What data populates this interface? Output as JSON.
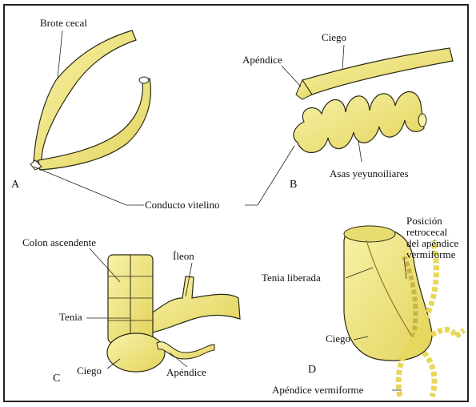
{
  "colors": {
    "organ_fill": "#f2ec8a",
    "organ_shade": "#d9c64a",
    "outline": "#2a2a14",
    "leader": "#222222"
  },
  "panels": {
    "a": {
      "letter": "A",
      "labels": {
        "cecal_bud": "Brote cecal"
      }
    },
    "b": {
      "letter": "B",
      "labels": {
        "cecum": "Ciego",
        "appendix": "Apéndice",
        "loops": "Asas yeyunoiliares"
      }
    },
    "shared": {
      "vitelline_duct": "Conducto vitelino"
    },
    "c": {
      "letter": "C",
      "labels": {
        "ascending_colon": "Colon ascendente",
        "ileum": "Íleon",
        "taenia": "Tenia",
        "cecum": "Ciego",
        "appendix": "Apéndice"
      }
    },
    "d": {
      "letter": "D",
      "labels": {
        "retrocecal_position": "Posición\nretrocecal\ndel apéndice\nvermiforme",
        "freed_taenia": "Tenia liberada",
        "cecum": "Ciego",
        "vermiform_appendix": "Apéndice vermiforme"
      }
    }
  }
}
